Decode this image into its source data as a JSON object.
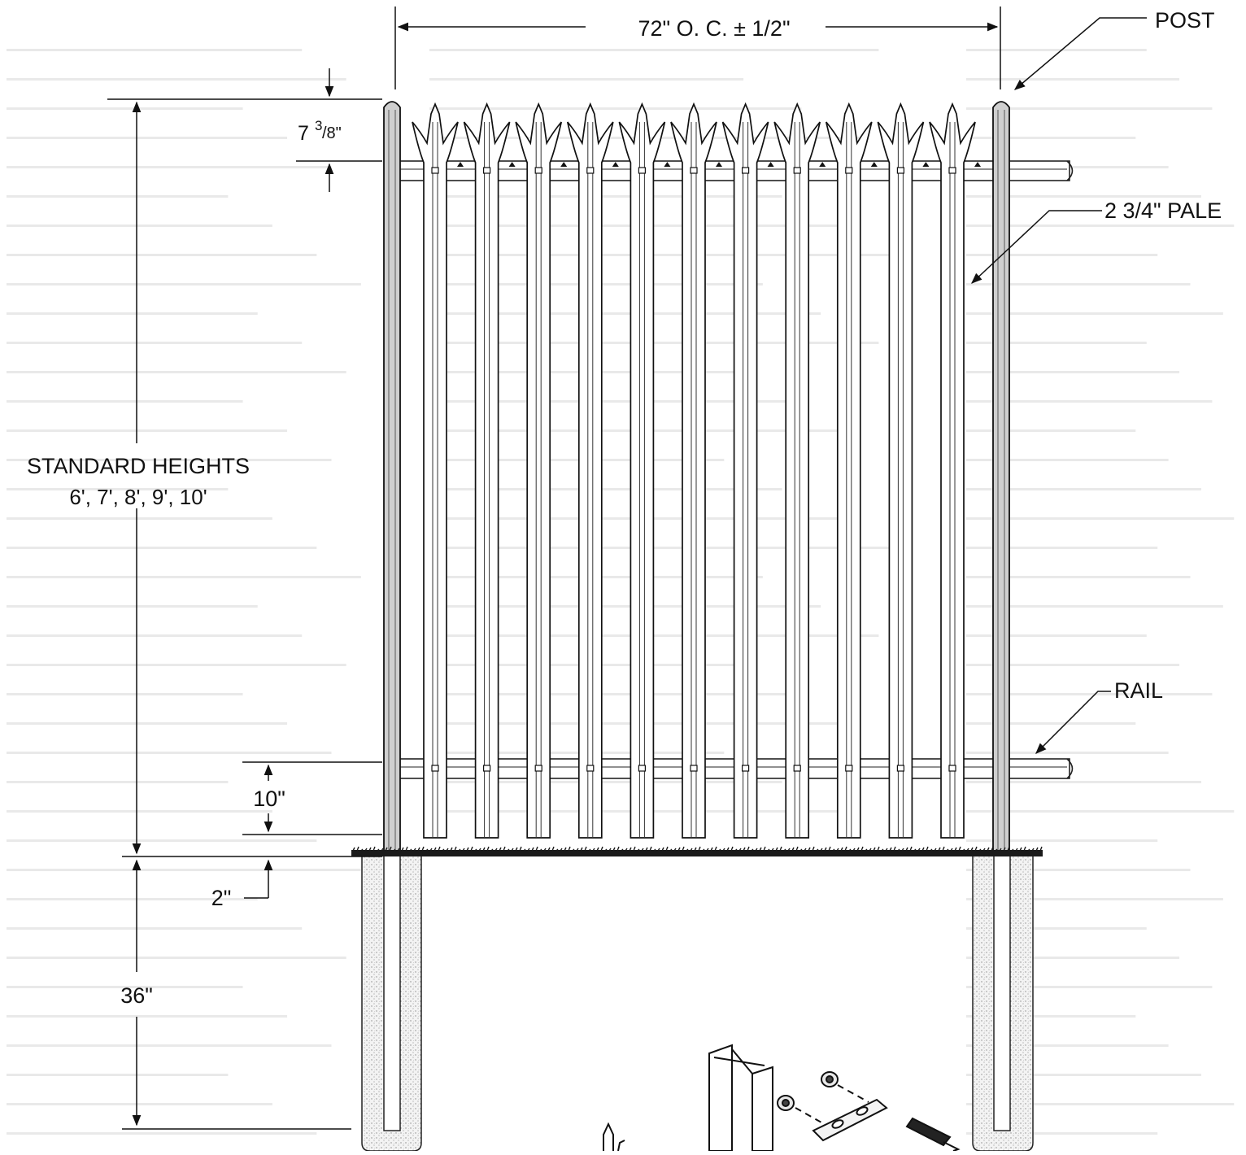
{
  "labels": {
    "spacing": "72\" O. C. ± 1/2\"",
    "post": "POST",
    "pale": "2 3/4\" PALE",
    "rail": "RAIL",
    "heights_title": "STANDARD HEIGHTS",
    "heights_values": "6',  7',  8',  9',  10'",
    "tip_whole": "7",
    "tip_num": "3",
    "tip_den": "/8\"",
    "bottom_gap": "10\"",
    "ground_gap": "2\"",
    "embed": "36\""
  },
  "pale_count": 11,
  "colors": {
    "line": "#111111",
    "concrete": "#f2f2f2",
    "stipple": "#8a8a8a",
    "ground": "#1a1a1a"
  }
}
